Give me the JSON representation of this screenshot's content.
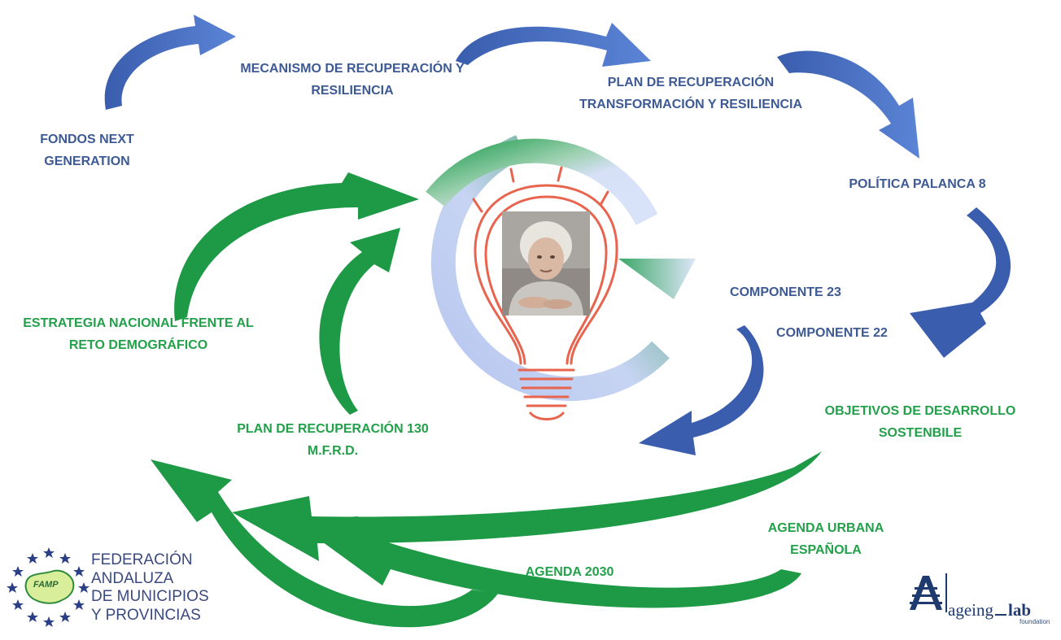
{
  "colors": {
    "blue_text": "#3d5a94",
    "green_text": "#23a04a",
    "blue_arrow": "#4a6fc4",
    "green_arrow": "#1e9a46",
    "bulb": "#e8644e",
    "ring_light": "#b9c8ee",
    "ring_green": "#2ea35a"
  },
  "nodes": {
    "fondos": [
      "FONDOS NEXT",
      "GENERATION"
    ],
    "mecanismo": [
      "MECANISMO DE RECUPERACIÓN Y",
      "RESILIENCIA"
    ],
    "plan_recuperacion": [
      "PLAN DE RECUPERACIÓN",
      "TRANSFORMACIÓN Y RESILIENCIA"
    ],
    "politica": [
      "POLÍTICA PALANCA 8"
    ],
    "componente23": [
      "COMPONENTE 23"
    ],
    "componente22": [
      "COMPONENTE 22"
    ],
    "estrategia": [
      "ESTRATEGIA NACIONAL FRENTE AL",
      "RETO DEMOGRÁFICO"
    ],
    "plan130": [
      "PLAN DE RECUPERACIÓN 130",
      "M.F.R.D."
    ],
    "ods": [
      "OBJETIVOS DE DESARROLLO",
      "SOSTENBILE"
    ],
    "agenda_urbana": [
      "AGENDA URBANA",
      "ESPAÑOLA"
    ],
    "agenda2030": [
      "AGENDA 2030"
    ]
  },
  "center": {
    "icon": "lightbulb-icon",
    "photo": "elderly-woman-photo"
  },
  "logos": {
    "famp": {
      "badge": "FAMP",
      "lines": [
        "FEDERACIÓN",
        "ANDALUZA",
        "DE MUNICIPIOS",
        "Y PROVINCIAS"
      ]
    },
    "ageing_lab": {
      "name_prefix": "ageing",
      "name_suffix": "lab",
      "tagline": "foundation"
    }
  }
}
